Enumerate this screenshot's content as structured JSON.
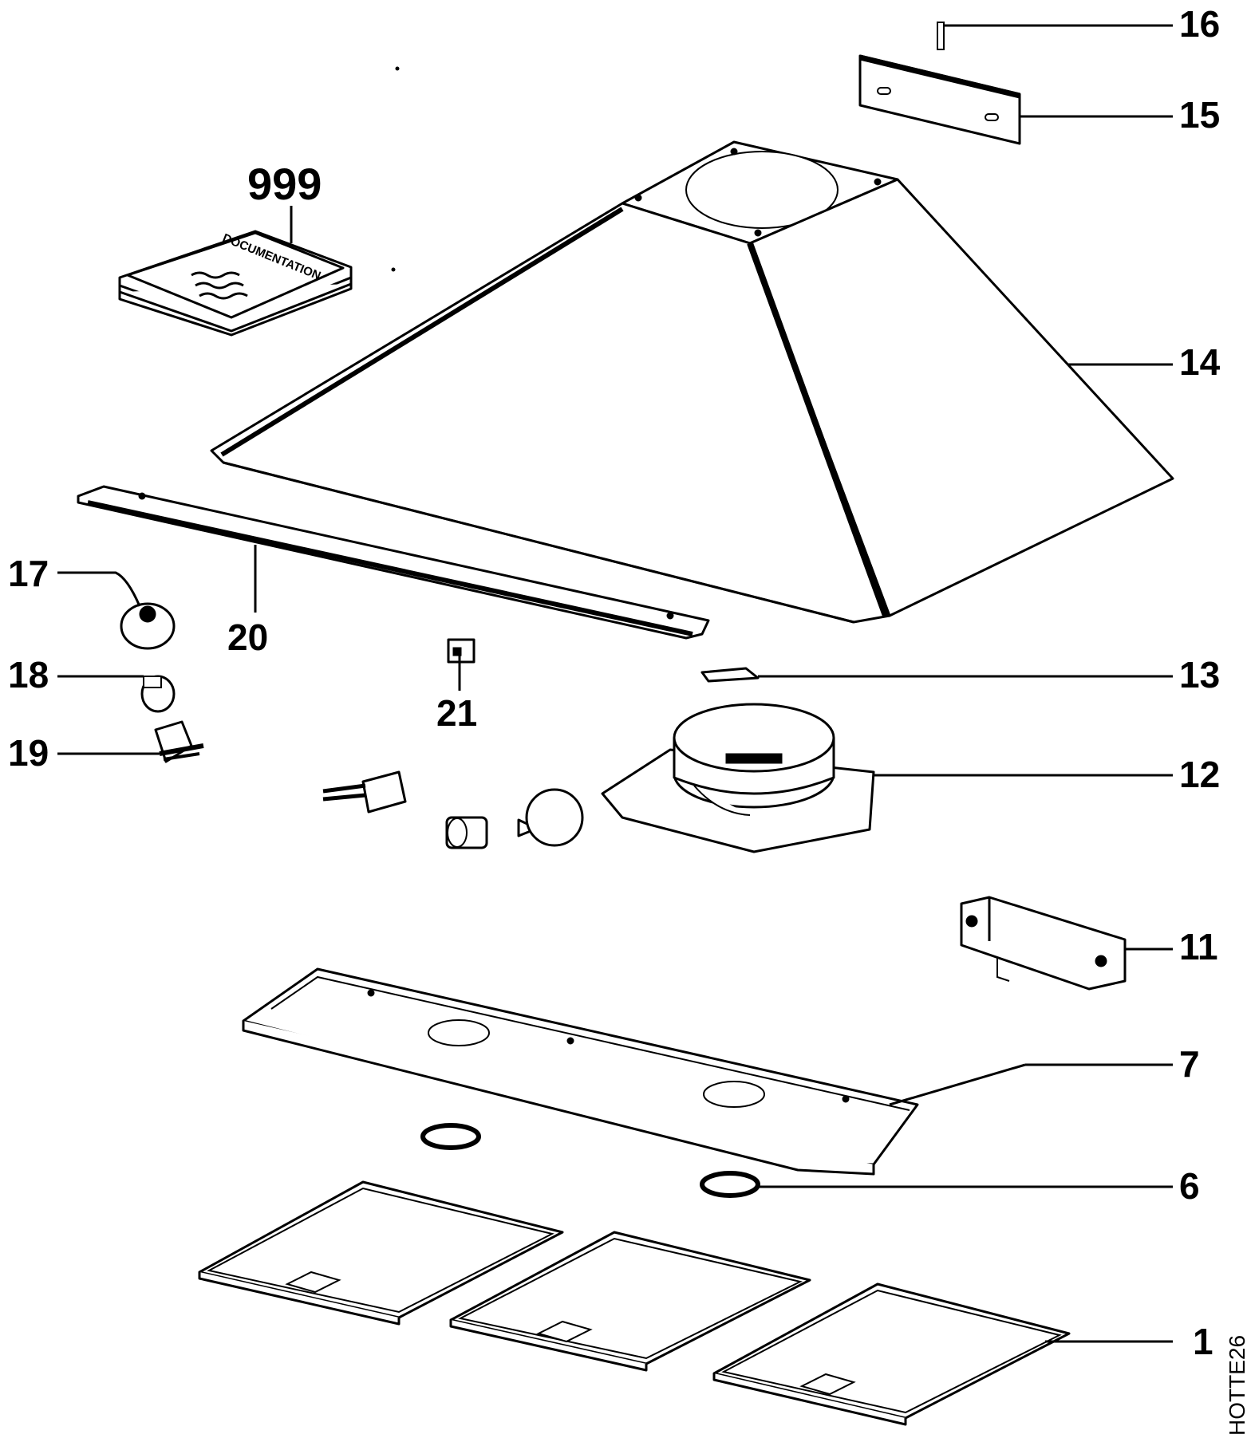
{
  "diagram": {
    "code": "HOTTE26",
    "book_label": "DOCUMENTATION",
    "labels": {
      "p1": "1",
      "p6": "6",
      "p7": "7",
      "p11": "11",
      "p12": "12",
      "p13": "13",
      "p14": "14",
      "p15": "15",
      "p16": "16",
      "p17": "17",
      "p18": "18",
      "p19": "19",
      "p20": "20",
      "p21": "21",
      "p999": "999"
    }
  }
}
